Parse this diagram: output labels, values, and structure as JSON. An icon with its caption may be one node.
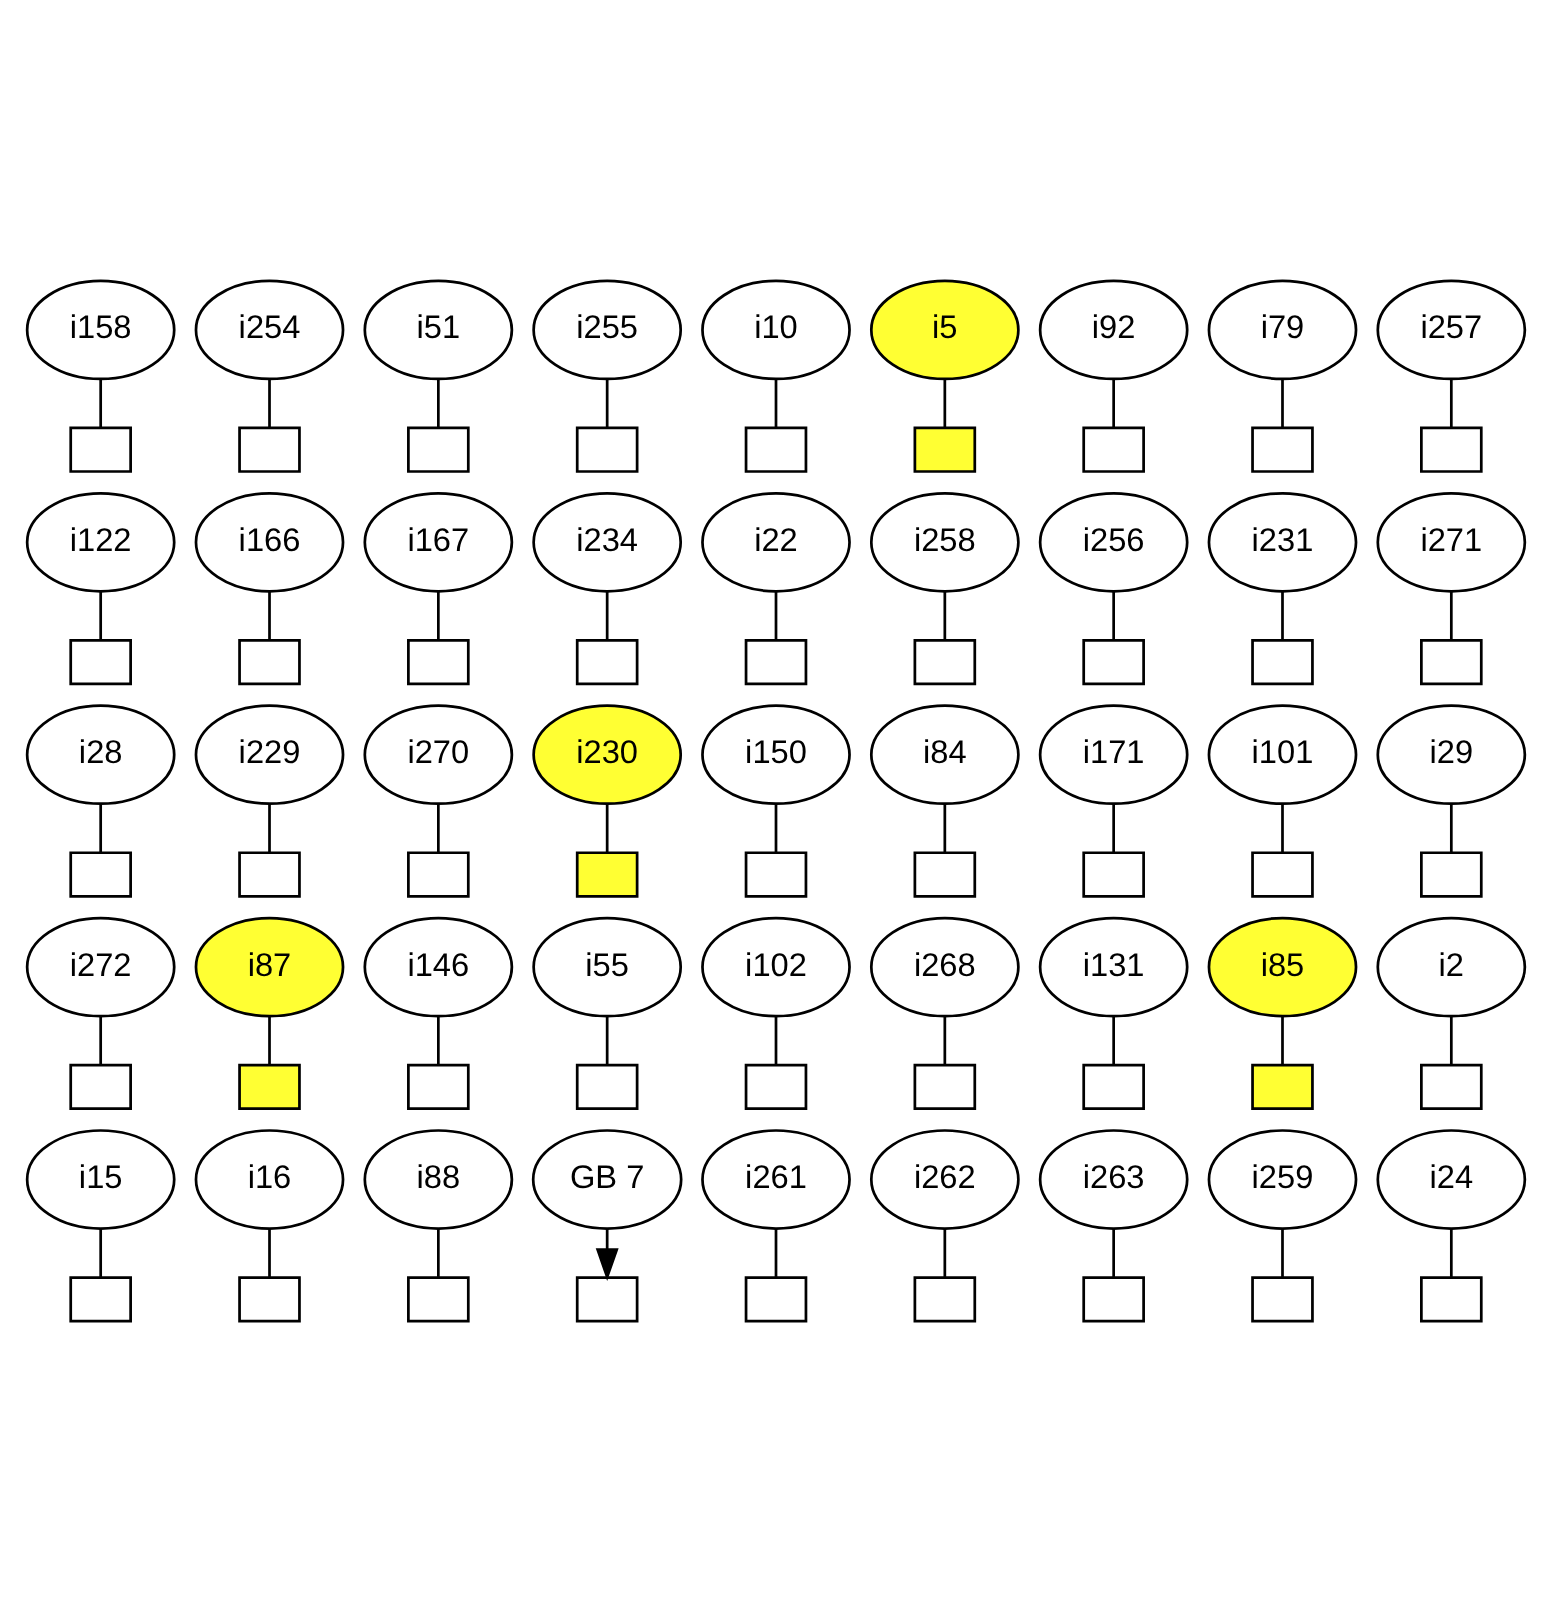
{
  "diagram": {
    "nodes": [
      {
        "text": [
          "i158"
        ]
      },
      {
        "text": [],
        "shape": "box"
      },
      {
        "text": [
          "i254"
        ]
      },
      {
        "text": [],
        "shape": "box"
      },
      {
        "text": [
          "i51"
        ]
      },
      {
        "text": [],
        "shape": "box"
      },
      {
        "text": [
          "i255"
        ]
      },
      {
        "text": [],
        "shape": "box"
      },
      {
        "text": [
          "i10"
        ]
      },
      {
        "text": [],
        "shape": "box"
      },
      {
        "text": [
          "i5"
        ]
      },
      {
        "text": [],
        "shape": "box"
      },
      {
        "text": [
          "i92"
        ]
      },
      {
        "text": [],
        "shape": "box"
      },
      {
        "text": [
          "i79"
        ]
      },
      {
        "text": [],
        "shape": "box"
      },
      {
        "text": [
          "i257"
        ]
      },
      {
        "text": [],
        "shape": "box"
      },
      {
        "text": [
          "i122"
        ]
      },
      {
        "text": [],
        "shape": "box"
      },
      {
        "text": [
          "i166"
        ]
      },
      {
        "text": [],
        "shape": "box"
      },
      {
        "text": [
          "i167"
        ]
      },
      {
        "text": [],
        "shape": "box"
      },
      {
        "text": [
          "i234"
        ]
      },
      {
        "text": [],
        "shape": "box"
      },
      {
        "text": [
          "i22"
        ]
      },
      {
        "text": [],
        "shape": "box"
      },
      {
        "text": [
          "i258"
        ]
      },
      {
        "text": [],
        "shape": "box"
      },
      {
        "text": [
          "i256"
        ]
      },
      {
        "text": [],
        "shape": "box"
      },
      {
        "text": [
          "i231"
        ]
      },
      {
        "text": [],
        "shape": "box"
      },
      {
        "text": [
          "i271"
        ]
      },
      {
        "text": [],
        "shape": "box"
      },
      {
        "text": [
          "i28"
        ]
      },
      {
        "text": [],
        "shape": "box"
      },
      {
        "text": [
          "i229"
        ]
      },
      {
        "text": [],
        "shape": "box"
      },
      {
        "text": [
          "i270"
        ]
      },
      {
        "text": [],
        "shape": "box"
      },
      {
        "text": [
          "i230"
        ]
      },
      {
        "text": [],
        "shape": "box"
      },
      {
        "text": [
          "i150"
        ]
      },
      {
        "text": [],
        "shape": "box"
      },
      {
        "text": [
          "i84"
        ]
      },
      {
        "text": [],
        "shape": "box"
      },
      {
        "text": [
          "i171"
        ]
      },
      {
        "text": [],
        "shape": "box"
      },
      {
        "text": [
          "i101"
        ]
      },
      {
        "text": [],
        "shape": "box"
      },
      {
        "text": [
          "i29"
        ]
      },
      {
        "text": [],
        "shape": "box"
      },
      {
        "text": [
          "i272"
        ]
      },
      {
        "text": [],
        "shape": "box"
      },
      {
        "text": [
          "i87"
        ]
      },
      {
        "text": [],
        "shape": "box"
      },
      {
        "text": [
          "i146"
        ]
      },
      {
        "text": [],
        "shape": "box"
      },
      {
        "text": [
          "i55"
        ]
      },
      {
        "text": [],
        "shape": "box"
      },
      {
        "text": [
          "i102"
        ]
      },
      {
        "text": [],
        "shape": "box"
      },
      {
        "text": [
          "i268"
        ]
      },
      {
        "text": [],
        "shape": "box"
      },
      {
        "text": [
          "i131"
        ]
      },
      {
        "text": [],
        "shape": "box"
      },
      {
        "text": [
          "i85"
        ]
      },
      {
        "text": [],
        "shape": "box"
      },
      {
        "text": [
          "i2"
        ]
      },
      {
        "text": [],
        "shape": "box"
      },
      {
        "text": [
          "i15"
        ]
      },
      {
        "text": [],
        "shape": "box"
      },
      {
        "text": [
          "i16"
        ]
      },
      {
        "text": [],
        "shape": "box"
      },
      {
        "text": [
          "i88"
        ]
      },
      {
        "text": [],
        "shape": "box"
      },
      {
        "text": [
          "GB 7"
        ]
      },
      {
        "text": [],
        "shape": "box"
      },
      {
        "text": [
          "i261"
        ]
      },
      {
        "text": [],
        "shape": "box"
      },
      {
        "text": [
          "i262"
        ]
      },
      {
        "text": [],
        "shape": "box"
      },
      {
        "text": [
          "i263"
        ]
      },
      {
        "text": [],
        "shape": "box"
      },
      {
        "text": [
          "i259"
        ]
      },
      {
        "text": [],
        "shape": "box"
      },
      {
        "text": [
          "i24"
        ]
      },
      {
        "text": [],
        "shape": "box"
      }
    ],
    "edges": [
      {
        "from": 0,
        "to": 1,
        "arrow": "none"
      },
      {
        "from": 2,
        "to": 3,
        "arrow": "none"
      },
      {
        "from": 4,
        "to": 5,
        "arrow": "none"
      },
      {
        "from": 6,
        "to": 7,
        "arrow": "none"
      },
      {
        "from": 8,
        "to": 9,
        "arrow": "none"
      },
      {
        "from": 10,
        "to": 11,
        "arrow": "none"
      },
      {
        "from": 12,
        "to": 13,
        "arrow": "none"
      },
      {
        "from": 14,
        "to": 15,
        "arrow": "none"
      },
      {
        "from": 16,
        "to": 17,
        "arrow": "none"
      },
      {
        "from": 18,
        "to": 19,
        "arrow": "none"
      },
      {
        "from": 20,
        "to": 21,
        "arrow": "none"
      },
      {
        "from": 22,
        "to": 23,
        "arrow": "none"
      },
      {
        "from": 24,
        "to": 25,
        "arrow": "none"
      },
      {
        "from": 26,
        "to": 27,
        "arrow": "none"
      },
      {
        "from": 28,
        "to": 29,
        "arrow": "none"
      },
      {
        "from": 30,
        "to": 31,
        "arrow": "none"
      },
      {
        "from": 32,
        "to": 33,
        "arrow": "none"
      },
      {
        "from": 34,
        "to": 35,
        "arrow": "none"
      },
      {
        "from": 36,
        "to": 37,
        "arrow": "none"
      },
      {
        "from": 38,
        "to": 39,
        "arrow": "none"
      },
      {
        "from": 40,
        "to": 41,
        "arrow": "none"
      },
      {
        "from": 42,
        "to": 43,
        "arrow": "none"
      },
      {
        "from": 44,
        "to": 45,
        "arrow": "none"
      },
      {
        "from": 46,
        "to": 47,
        "arrow": "none"
      },
      {
        "from": 48,
        "to": 49,
        "arrow": "none"
      },
      {
        "from": 50,
        "to": 51,
        "arrow": "none"
      },
      {
        "from": 52,
        "to": 53,
        "arrow": "none"
      },
      {
        "from": 54,
        "to": 55,
        "arrow": "none"
      },
      {
        "from": 56,
        "to": 57,
        "arrow": "none"
      },
      {
        "from": 58,
        "to": 59,
        "arrow": "none"
      },
      {
        "from": 60,
        "to": 61,
        "arrow": "none"
      },
      {
        "from": 62,
        "to": 63,
        "arrow": "none"
      },
      {
        "from": 64,
        "to": 65,
        "arrow": "none"
      },
      {
        "from": 66,
        "to": 67,
        "arrow": "none"
      },
      {
        "from": 68,
        "to": 69,
        "arrow": "none"
      },
      {
        "from": 70,
        "to": 71,
        "arrow": "none"
      },
      {
        "from": 72,
        "to": 73,
        "arrow": "none"
      },
      {
        "from": 74,
        "to": 75,
        "arrow": "none"
      },
      {
        "from": 76,
        "to": 77,
        "arrow": "none"
      },
      {
        "from": 78,
        "to": 79,
        "arrow": "to"
      },
      {
        "from": 80,
        "to": 81,
        "arrow": "none"
      },
      {
        "from": 82,
        "to": 83,
        "arrow": "none"
      },
      {
        "from": 84,
        "to": 85,
        "arrow": "none"
      },
      {
        "from": 86,
        "to": 87,
        "arrow": "none"
      },
      {
        "from": 88,
        "to": 89,
        "arrow": "none"
      }
    ]
  }
}
